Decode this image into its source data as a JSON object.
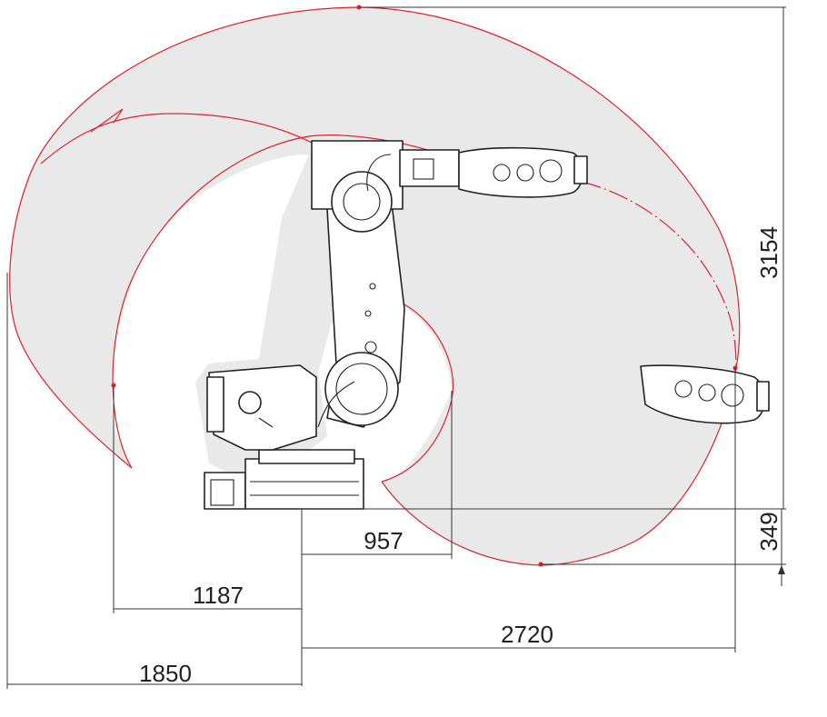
{
  "dimensions": {
    "horizontal": {
      "reach_front_inner": "957",
      "reach_back_inner": "1187",
      "reach_front_max": "2720",
      "reach_back_max": "1850"
    },
    "vertical": {
      "height_max": "3154",
      "depth_below_base": "349"
    }
  },
  "colors": {
    "envelope_fill": "#e9e9e9",
    "envelope_line": "#e0202a",
    "outline": "#222222"
  }
}
